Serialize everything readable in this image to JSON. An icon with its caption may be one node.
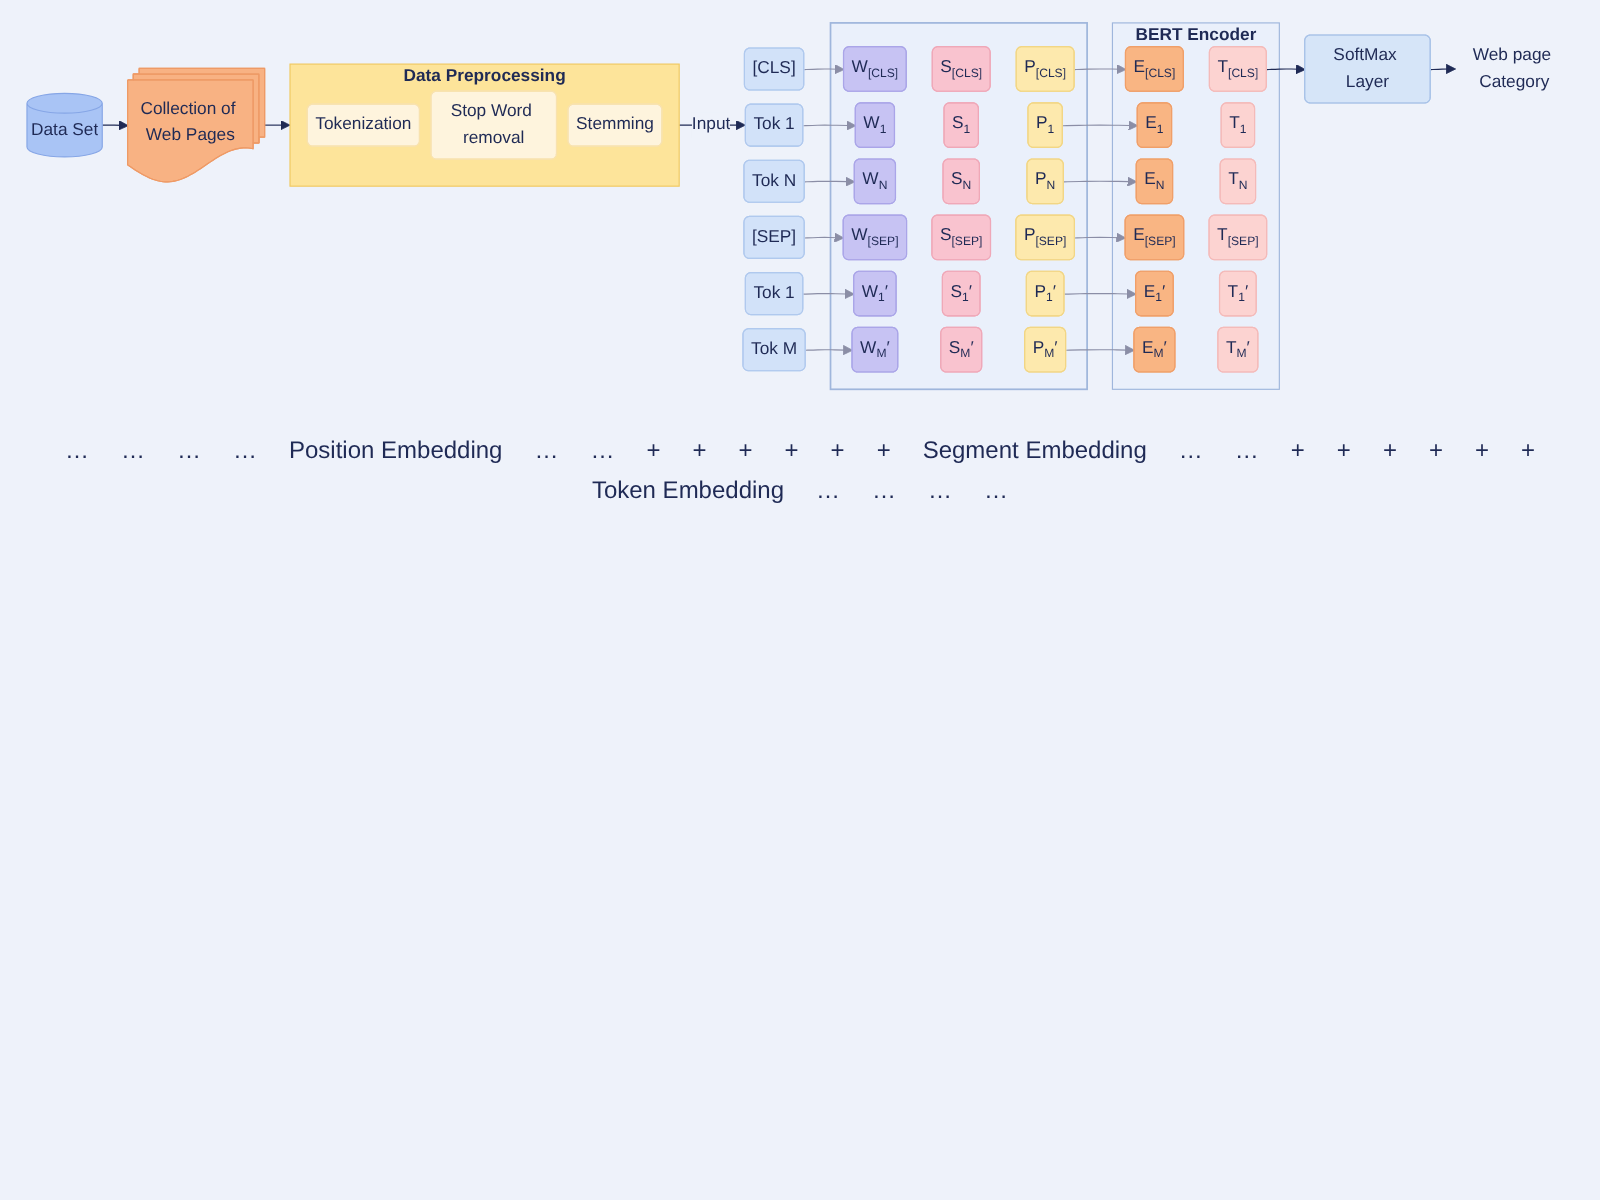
{
  "diagram": {
    "nodes": [
      {
        "text": [
          "Data Set"
        ]
      },
      {
        "text": [
          "Collection of Web Pages"
        ]
      },
      {
        "text": [
          "Data Preprocessing"
        ]
      },
      {
        "text": [
          "Tokenization"
        ],
        "in": 2
      },
      {
        "text": [
          "Stop Word removal"
        ],
        "in": 2
      },
      {
        "text": [
          "Stemming"
        ],
        "in": 2
      },
      {
        "text": [
          "BERT Encoder"
        ]
      },
      {
        "text": [
          "T$_{[CLS]}$"
        ],
        "in": 6
      },
      {
        "text": [
          "T$_{1}$"
        ],
        "in": 6
      },
      {
        "text": [
          "T$_{N}$"
        ],
        "in": 6
      },
      {
        "text": [
          "T$_{[SEP]}$"
        ],
        "in": 6
      },
      {
        "text": [
          "T$_{1}$′"
        ],
        "in": 6
      },
      {
        "text": [
          "T$_{M}$′"
        ],
        "in": 6
      },
      {
        "text": [
          "E$_{[CLS]}$"
        ],
        "in": 6
      },
      {
        "text": [
          "E$_{1}$"
        ],
        "in": 6
      },
      {
        "text": [
          "E$_{N}$"
        ],
        "in": 6
      },
      {
        "text": [
          "E$_{[SEP]}$"
        ],
        "in": 6
      },
      {
        "text": [
          "E$_{1}$′"
        ],
        "in": 6
      },
      {
        "text": [
          "E$_{M}$′"
        ],
        "in": 6
      },
      {
        "text": [],
        "shape": "box"
      },
      {
        "text": [
          "P$_{[CLS]}$"
        ],
        "in": 19
      },
      {
        "text": [
          "P$_{1}$"
        ],
        "in": 19
      },
      {
        "text": [
          "P$_{N}$"
        ],
        "in": 19
      },
      {
        "text": [
          "P$_{[SEP]}$"
        ],
        "in": 19
      },
      {
        "text": [
          "P$_{1}$′"
        ],
        "in": 19
      },
      {
        "text": [
          "P$_{M}$′"
        ],
        "in": 19
      },
      {
        "text": [
          "S$_{[CLS]}$"
        ],
        "in": 19
      },
      {
        "text": [
          "S$_{1}$"
        ],
        "in": 19
      },
      {
        "text": [
          "S$_{N}$"
        ],
        "in": 19
      },
      {
        "text": [
          "S$_{[SEP]}$"
        ],
        "in": 19
      },
      {
        "text": [
          "S$_{1}$′"
        ],
        "in": 19
      },
      {
        "text": [
          "S$_{M}$′"
        ],
        "in": 19
      },
      {
        "text": [
          "W$_{[CLS]}$"
        ],
        "in": 19
      },
      {
        "text": [
          "W$_{1}$"
        ],
        "in": 19
      },
      {
        "text": [
          "W$_{N}$"
        ],
        "in": 19
      },
      {
        "text": [
          "W$_{[SEP]}$"
        ],
        "in": 19
      },
      {
        "text": [
          "W$_{1}$′"
        ],
        "in": 19
      },
      {
        "text": [
          "W$_{M}$′"
        ],
        "in": 19
      },
      {
        "text": [
          "[CLS]"
        ]
      },
      {
        "text": [
          "Tok 1"
        ]
      },
      {
        "text": [
          "Tok N"
        ]
      },
      {
        "text": [
          "[SEP]"
        ]
      },
      {
        "text": [
          "Tok 1"
        ]
      },
      {
        "text": [
          "Tok M"
        ]
      },
      {
        "text": [
          "SoftMax Layer"
        ]
      },
      {
        "text": [
          "Web page Category"
        ]
      }
    ],
    "edges": [
      {
        "from": 0,
        "to": 1,
        "arrow": "to",
        "color": "#1f2a55"
      },
      {
        "from": 1,
        "to": 2,
        "arrow": "to",
        "color": "#1f2a55"
      },
      {
        "from": 2,
        "to": 39,
        "arrow": "to",
        "label": "Input",
        "color": "#1f2a55"
      },
      {
        "from": 38,
        "to": 32,
        "arrow": "to",
        "color": "#8b8ea6"
      },
      {
        "from": 39,
        "to": 33,
        "arrow": "to",
        "color": "#8b8ea6"
      },
      {
        "from": 40,
        "to": 34,
        "arrow": "to",
        "color": "#8b8ea6"
      },
      {
        "from": 41,
        "to": 35,
        "arrow": "to",
        "color": "#8b8ea6"
      },
      {
        "from": 42,
        "to": 36,
        "arrow": "to",
        "color": "#8b8ea6"
      },
      {
        "from": 43,
        "to": 37,
        "arrow": "to",
        "color": "#8b8ea6"
      },
      {
        "from": 20,
        "to": 13,
        "arrow": "to",
        "color": "#8b8ea6"
      },
      {
        "from": 21,
        "to": 14,
        "arrow": "to",
        "color": "#8b8ea6"
      },
      {
        "from": 22,
        "to": 15,
        "arrow": "to",
        "color": "#8b8ea6"
      },
      {
        "from": 23,
        "to": 16,
        "arrow": "to",
        "color": "#8b8ea6"
      },
      {
        "from": 24,
        "to": 17,
        "arrow": "to",
        "color": "#8b8ea6"
      },
      {
        "from": 25,
        "to": 18,
        "arrow": "to",
        "color": "#8b8ea6"
      },
      {
        "from": 7,
        "to": 44,
        "arrow": "to",
        "color": "#1f2a55"
      },
      {
        "from": 44,
        "to": 45,
        "arrow": "to",
        "color": "#1f2a55"
      }
    ],
    "labels": [
      "…",
      "…",
      "…",
      "…",
      "Position Embedding",
      "…",
      "…",
      "+",
      "+",
      "+",
      "+",
      "+",
      "+",
      "Segment Embedding",
      "…",
      "…",
      "+",
      "+",
      "+",
      "+",
      "+",
      "+",
      "Token Embedding",
      "…",
      "…",
      "…",
      "…"
    ]
  }
}
